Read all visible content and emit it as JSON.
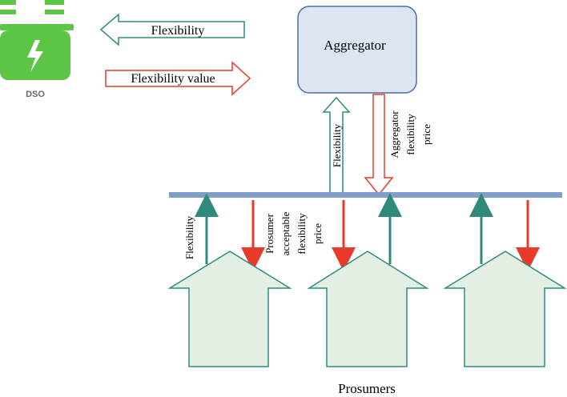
{
  "dso": {
    "label": "DSO",
    "icon": "lightning-bolt-battery-icon",
    "color": "#5cc545"
  },
  "legend": {
    "flexibility_label": "Flexibility",
    "flexibility_value_label": "Flexibility value",
    "flexibility_color": "#2e8b7b",
    "value_color": "#e83a2a"
  },
  "aggregator": {
    "label": "Aggregator",
    "fill": "#dce6f2",
    "stroke": "#4a6fa5"
  },
  "aggregator_links": {
    "up_label": "Flexibility",
    "down_label_lines": [
      "Aggregator",
      "flexibility",
      "price"
    ]
  },
  "bus": {
    "color": "#7f9fc8"
  },
  "prosumer_links": {
    "up_label": "Flexibility",
    "down_label_lines": [
      "Prosumer",
      "acceptable",
      "flexibility",
      "price"
    ],
    "up_color": "#2e8b7b",
    "down_color": "#e83a2a"
  },
  "houses": {
    "count": 3,
    "fill": "#e4efe4",
    "stroke": "#2e8b7b"
  },
  "prosumers_label": "Prosumers"
}
